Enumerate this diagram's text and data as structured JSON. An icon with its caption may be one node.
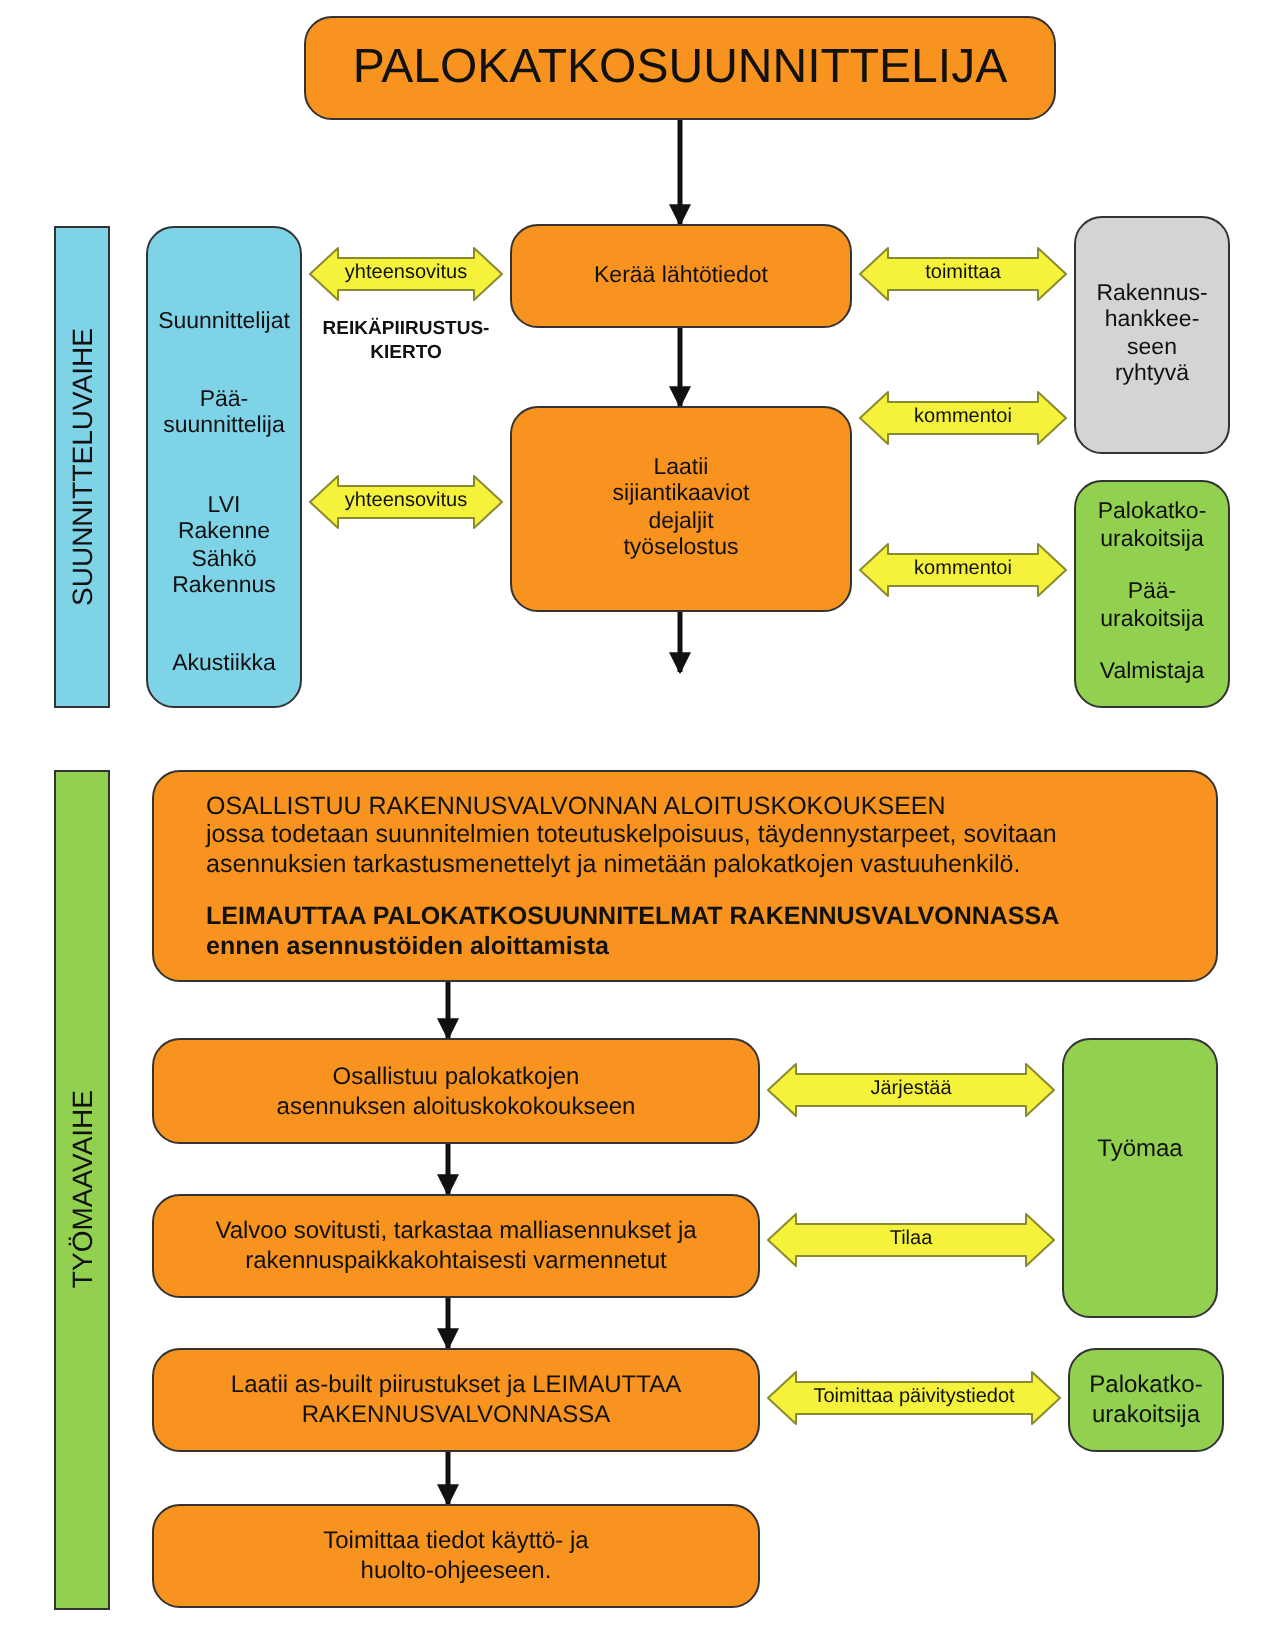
{
  "diagram": {
    "nodes": [
      {
        "text": [
          "PALOKATKOSUUNNITTELIJA"
        ]
      },
      {
        "text": [
          "SUUNNITTELUVAIHE"
        ]
      },
      {
        "text": [
          "Suunnittelijat",
          "Pää- suunnittelija",
          "LVI",
          "Rakenne",
          "Sähkö",
          "Rakennus",
          "Akustiikka"
        ]
      },
      {
        "text": [
          "Kerää lähtötiedot"
        ]
      },
      {
        "text": [
          "Laatii sijiantikaaviot dejaljit työselostus"
        ]
      },
      {
        "text": [
          "Rakennus- hankkee- seen ryhtyvä"
        ]
      },
      {
        "text": [
          "Palokatko- urakoitsija",
          "Pää- urakoitsija",
          "Valmistaja"
        ]
      },
      {
        "text": [
          "TYÖMAAVAIHE"
        ]
      },
      {
        "text": [
          "OSALLISTUU RAKENNUSVALVONNAN ALOITUSKOKOUKSEEN",
          "jossa todetaan suunnitelmien toteutuskelpoisuus, täydennystarpeet, sovitaan asennuksien tarkastusmenettelyt ja nimetään palokatkojen vastuuhenkilö.",
          "LEIMAUTTAA PALOKATKOSUUNNITELMAT RAKENNUSVALVONNASSA",
          "ennen asennustöiden aloittamista"
        ]
      },
      {
        "text": [
          "Osallistuu palokatkojen asennuksen aloituskokokoukseen"
        ]
      },
      {
        "text": [
          "Valvoo sovitusti, tarkastaa malliasennukset ja rakennuspaikkakohtaisesti varmennetut"
        ]
      },
      {
        "text": [
          "Laatii as-built piirustukset ja LEIMAUTTAA RAKENNUSVALVONNASSA"
        ]
      },
      {
        "text": [
          "Toimittaa tiedot käyttö- ja huolto-ohjeeseen."
        ]
      },
      {
        "text": [
          "Työmaa"
        ]
      },
      {
        "text": [
          "Palokatko- urakoitsija"
        ]
      }
    ],
    "edges": [
      {
        "from": 0,
        "to": 3,
        "arrow": "to"
      },
      {
        "from": 2,
        "to": 3,
        "arrow": "both",
        "label": "yhteensovitus",
        "style": "thick",
        "color": "#f5f23c"
      },
      {
        "from": 3,
        "to": 5,
        "arrow": "both",
        "label": "toimittaa",
        "style": "thick",
        "color": "#f5f23c"
      },
      {
        "from": 3,
        "to": 4,
        "arrow": "to"
      },
      {
        "from": 4,
        "to": 5,
        "arrow": "both",
        "label": "kommentoi",
        "style": "thick",
        "color": "#f5f23c"
      },
      {
        "from": 2,
        "to": 4,
        "arrow": "both",
        "label": "yhteensovitus",
        "style": "thick",
        "color": "#f5f23c"
      },
      {
        "from": 4,
        "to": 6,
        "arrow": "both",
        "label": "kommentoi",
        "style": "thick",
        "color": "#f5f23c"
      },
      {
        "from": 4,
        "to": null,
        "arrow": "to"
      },
      {
        "from": 8,
        "to": 9,
        "arrow": "to"
      },
      {
        "from": 9,
        "to": 13,
        "arrow": "both",
        "label": "Järjestää",
        "style": "thick",
        "color": "#f5f23c"
      },
      {
        "from": 9,
        "to": 10,
        "arrow": "to"
      },
      {
        "from": 10,
        "to": 13,
        "arrow": "both",
        "label": "Tilaa",
        "style": "thick",
        "color": "#f5f23c"
      },
      {
        "from": 10,
        "to": 11,
        "arrow": "to"
      },
      {
        "from": 11,
        "to": 14,
        "arrow": "both",
        "label": "Toimittaa päivitystiedot",
        "style": "thick",
        "color": "#f5f23c"
      },
      {
        "from": 11,
        "to": 12,
        "arrow": "to"
      }
    ],
    "labels": [
      "REIKÄPIIRUSTUS- KIERTO"
    ]
  }
}
